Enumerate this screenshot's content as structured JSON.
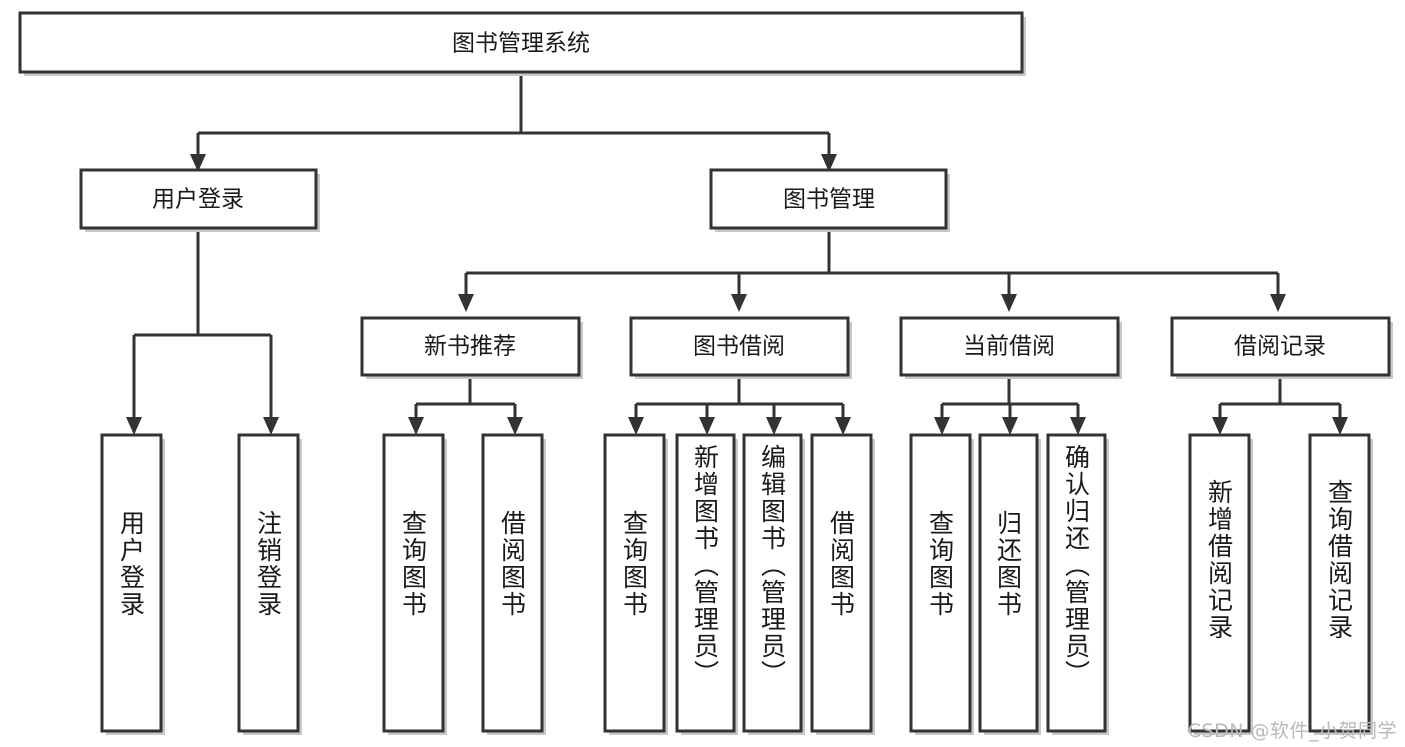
{
  "diagram": {
    "title": "图书管理系统",
    "type": "tree",
    "watermark": "CSDN @软件_小贺同学",
    "colors": {
      "box_stroke": "#333333",
      "box_fill": "#ffffff",
      "shadow": "#c8c8c8",
      "text": "#1a1a1a",
      "watermark": "#b9b9b9",
      "background": "#ffffff"
    },
    "root": {
      "label": "图书管理系统"
    },
    "level2": [
      {
        "label": "用户登录"
      },
      {
        "label": "图书管理"
      }
    ],
    "level3": [
      {
        "label": "新书推荐"
      },
      {
        "label": "图书借阅"
      },
      {
        "label": "当前借阅"
      },
      {
        "label": "借阅记录"
      }
    ],
    "leaves": {
      "user_login": [
        {
          "label": "用户登录"
        },
        {
          "label": "注销登录"
        }
      ],
      "new_book_recommend": [
        {
          "label": "查询图书"
        },
        {
          "label": "借阅图书"
        }
      ],
      "book_borrow": [
        {
          "label": "查询图书"
        },
        {
          "label": "新增图书（管理员）"
        },
        {
          "label": "编辑图书（管理员）"
        },
        {
          "label": "借阅图书"
        }
      ],
      "current_borrow": [
        {
          "label": "查询图书"
        },
        {
          "label": "归还图书"
        },
        {
          "label": "确认归还（管理员）"
        }
      ],
      "borrow_record": [
        {
          "label": "新增借阅记录"
        },
        {
          "label": "查询借阅记录"
        }
      ]
    }
  }
}
